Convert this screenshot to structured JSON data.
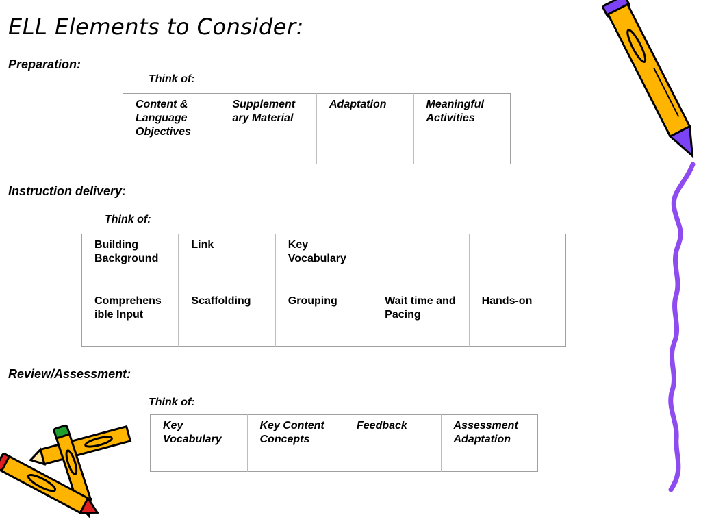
{
  "title": "ELL Elements to Consider:",
  "sections": {
    "preparation": {
      "heading": "Preparation:",
      "think_of": "Think of:",
      "rows": [
        [
          "Content & Language Objectives",
          "Supplement ary Material",
          "Adaptation",
          "Meaningful Activities"
        ]
      ]
    },
    "instruction": {
      "heading": "Instruction delivery:",
      "think_of": "Think of:",
      "rows": [
        [
          "Building Background",
          "Link",
          "Key Vocabulary",
          "",
          ""
        ],
        [
          "Comprehens ible Input",
          "Scaffolding",
          "Grouping",
          "Wait time and Pacing",
          "Hands-on"
        ]
      ]
    },
    "review": {
      "heading": "Review/Assessment:",
      "think_of": "Think of:",
      "rows": [
        [
          "Key Vocabulary",
          "Key Content Concepts",
          "Feedback",
          "Assessment Adaptation"
        ]
      ]
    }
  },
  "decorations": {
    "pencil_icon": "pencil-icon",
    "squiggle_icon": "squiggle-line-icon",
    "colors": {
      "pencil_body": "#FFB400",
      "pencil_tip": "#7B42F6",
      "squiggle": "#8E4CF0",
      "green_eraser": "#1E9E2E",
      "red_eraser": "#E02020"
    }
  }
}
